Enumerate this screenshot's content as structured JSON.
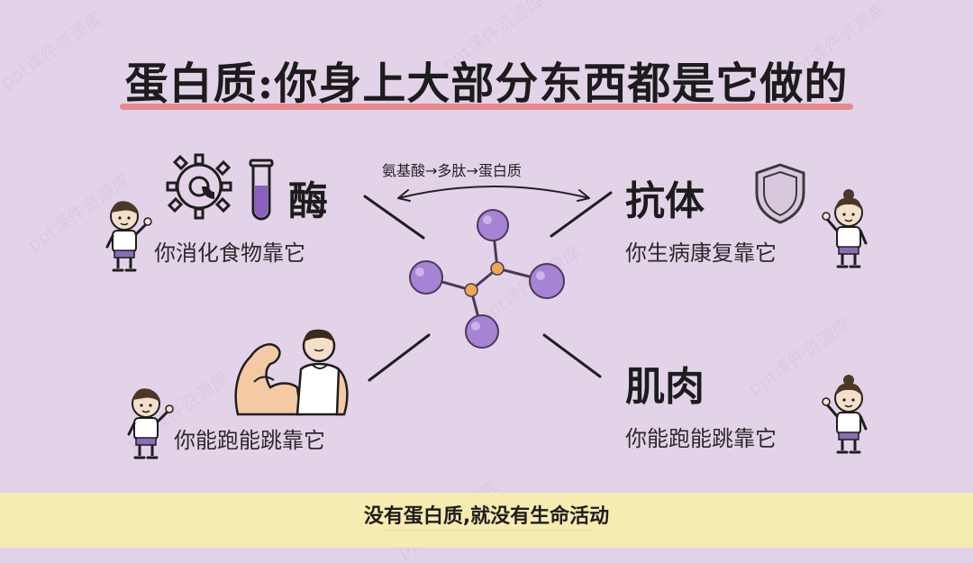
{
  "title": "蛋白质:你身上大部分东西都是它做的",
  "process_label": "氨基酸→多肽→蛋白质",
  "quadrants": {
    "enzyme": {
      "heading": "酶",
      "description": "你消化食物靠它"
    },
    "antibody": {
      "heading": "抗体",
      "description": "你生病康复靠它"
    },
    "muscle": {
      "heading": "肌肉",
      "description": "你能跑能跳靠它"
    },
    "strength": {
      "description": "你能跑能跳靠它"
    }
  },
  "footer": {
    "text": "没有蛋白质,就没有生命活动",
    "fine_print": "·········································································"
  },
  "watermark": "ppt课件资源库",
  "colors": {
    "background": "#e3d3e9",
    "title_underline": "#e88283",
    "molecule_atom": "#a882d4",
    "molecule_bond": "#f0a84c",
    "footer_bg": "#f6ebb0"
  },
  "icons": [
    "gear-icon",
    "test-tube-icon",
    "shield-icon",
    "molecule-icon",
    "child-figure-icon",
    "muscle-man-icon"
  ]
}
